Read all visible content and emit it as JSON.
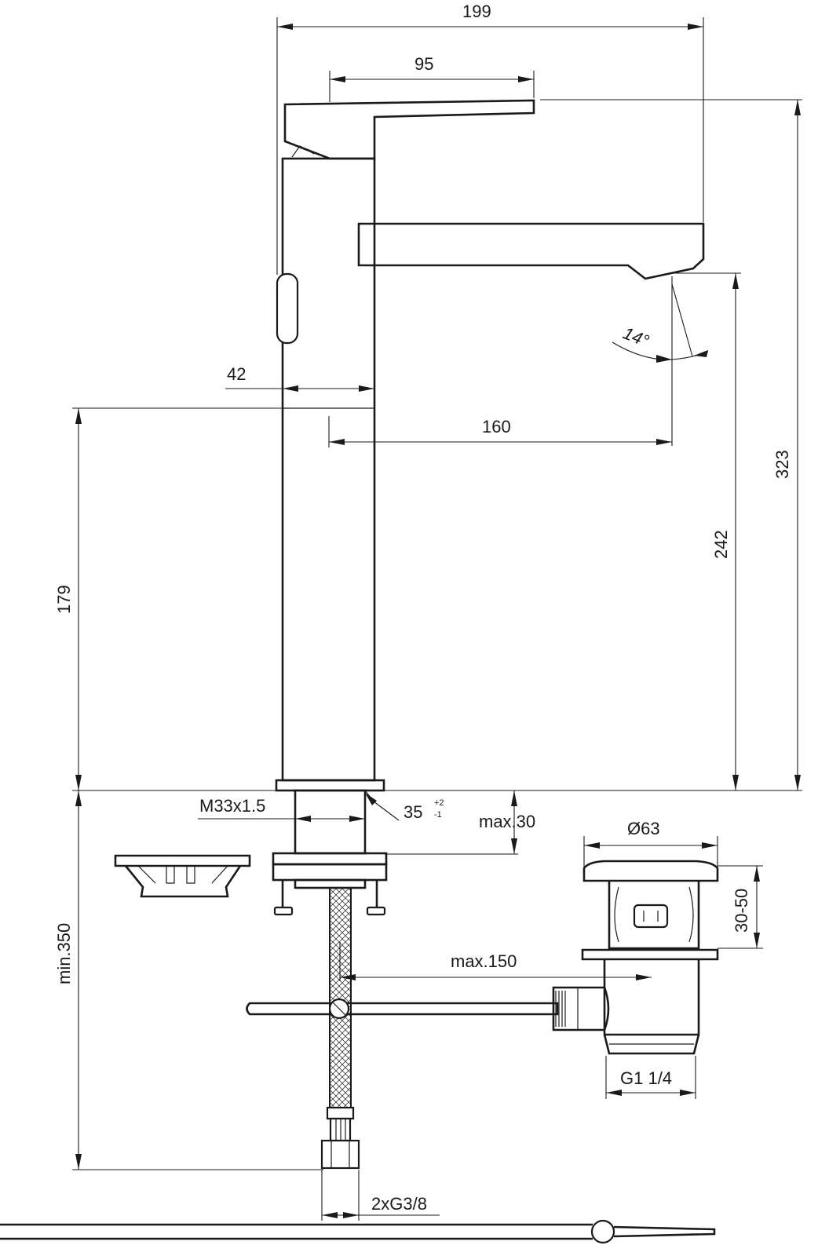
{
  "dimensions": {
    "overall_width": "199",
    "handle_length": "95",
    "body_width": "42",
    "spout_reach": "160",
    "angle": "14°",
    "spout_height": "242",
    "total_height": "323",
    "body_height": "179",
    "thread": "M33x1.5",
    "hole_diameter": "35",
    "tol_plus": "+2",
    "tol_minus": "-1",
    "deck_thickness": "max.30",
    "pipe_length": "min.350",
    "pull_rod": "max.150",
    "waste_diameter": "Ø63",
    "waste_range": "30-50",
    "waste_thread": "G1 1/4",
    "hose_thread": "2xG3/8"
  }
}
